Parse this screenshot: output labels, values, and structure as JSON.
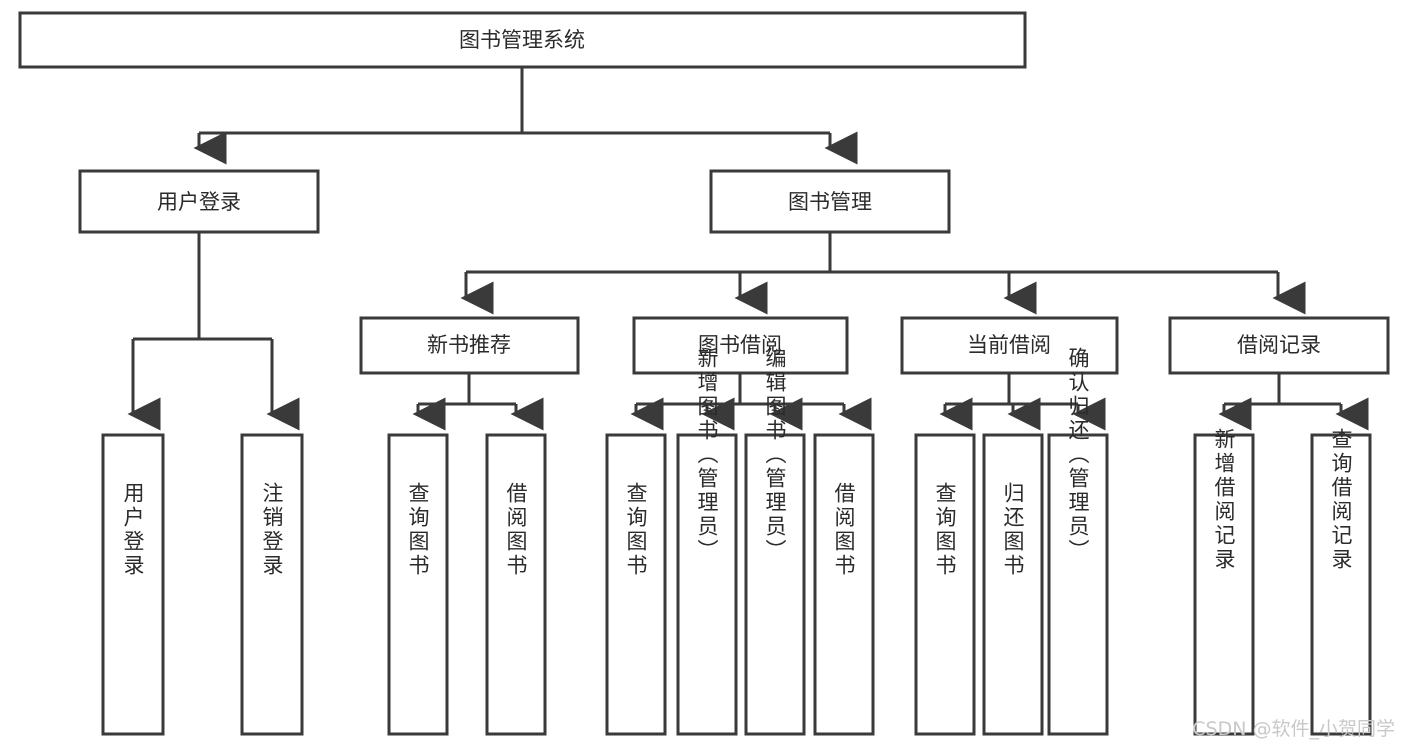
{
  "diagram": {
    "title": "图书管理系统",
    "type": "hierarchy-tree",
    "levels": 4,
    "colors": {
      "stroke": "#3a3a3a",
      "fill": "#ffffff",
      "text": "#2b2b2b",
      "watermark": "#c9c9c9",
      "background": "#ffffff"
    },
    "root": {
      "label": "图书管理系统"
    },
    "level2": [
      {
        "label": "用户登录"
      },
      {
        "label": "图书管理"
      }
    ],
    "level3": [
      {
        "label": "新书推荐"
      },
      {
        "label": "图书借阅"
      },
      {
        "label": "当前借阅"
      },
      {
        "label": "借阅记录"
      }
    ],
    "leaves": {
      "user_login": [
        {
          "label": "用户登录"
        },
        {
          "label": "注销登录"
        }
      ],
      "new_book_recommend": [
        {
          "label": "查询图书"
        },
        {
          "label": "借阅图书"
        }
      ],
      "book_borrow": [
        {
          "label": "查询图书"
        },
        {
          "label": "新增图书（管理员）"
        },
        {
          "label": "编辑图书（管理员）"
        },
        {
          "label": "借阅图书"
        }
      ],
      "current_borrow": [
        {
          "label": "查询图书"
        },
        {
          "label": "归还图书"
        },
        {
          "label": "确认归还（管理员）"
        }
      ],
      "borrow_record": [
        {
          "label": "新增借阅记录"
        },
        {
          "label": "查询借阅记录"
        }
      ]
    }
  },
  "watermark": {
    "text": "CSDN @软件_小贺同学"
  }
}
